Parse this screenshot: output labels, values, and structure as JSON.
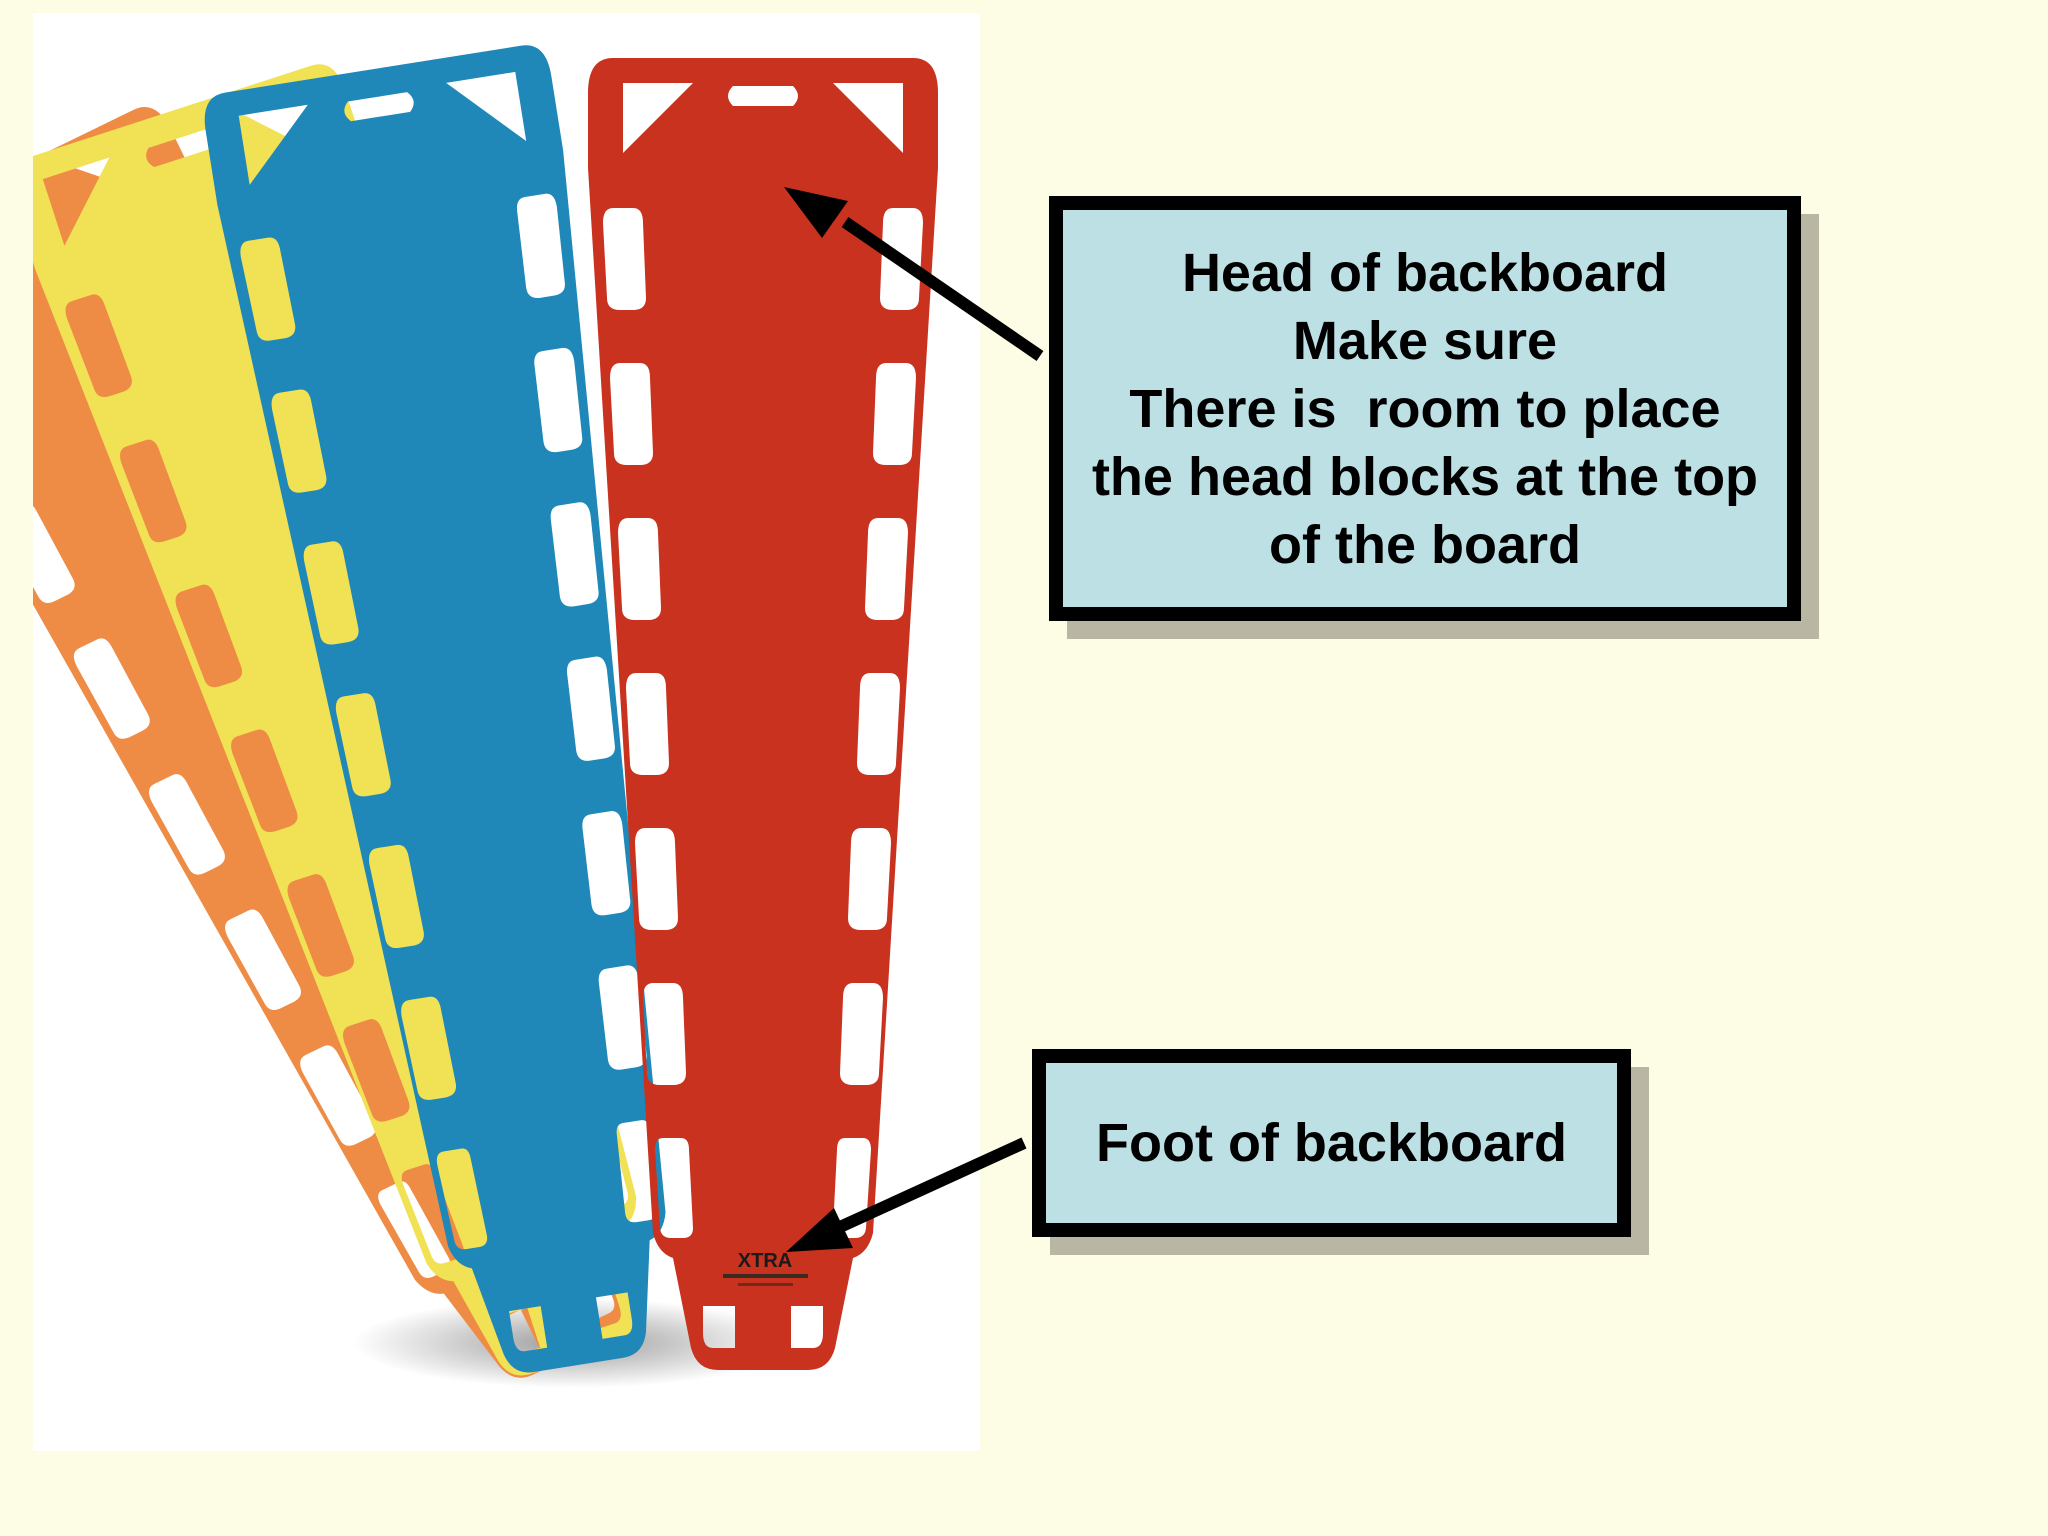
{
  "callouts": {
    "head": {
      "lines": [
        "Head of backboard",
        "Make sure",
        "There is  room to place",
        "the head blocks at the top",
        "of the board"
      ]
    },
    "foot": {
      "label": "Foot of backboard"
    }
  },
  "board": {
    "brand": "XTRA",
    "colors": {
      "orange": "#ee8c45",
      "yellow": "#f1e154",
      "blue": "#1f88b8",
      "red": "#c8321f"
    }
  },
  "colors": {
    "background": "#fdfde6",
    "callout_fill": "#bde0e4",
    "callout_border": "#000000",
    "callout_shadow": "#b9b6a3"
  }
}
